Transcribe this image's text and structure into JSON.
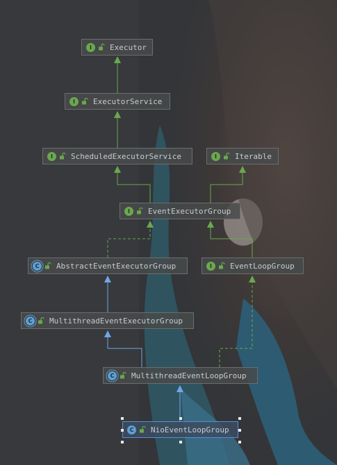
{
  "nodes": [
    {
      "id": "executor",
      "label": "Executor",
      "kind": "interface",
      "badge": "I"
    },
    {
      "id": "executor_service",
      "label": "ExecutorService",
      "kind": "interface",
      "badge": "I"
    },
    {
      "id": "scheduled_executor_service",
      "label": "ScheduledExecutorService",
      "kind": "interface",
      "badge": "I"
    },
    {
      "id": "iterable",
      "label": "Iterable",
      "kind": "interface",
      "badge": "I"
    },
    {
      "id": "event_executor_group",
      "label": "EventExecutorGroup",
      "kind": "interface",
      "badge": "I"
    },
    {
      "id": "abstract_event_executor_group",
      "label": "AbstractEventExecutorGroup",
      "kind": "abstract",
      "badge": "C"
    },
    {
      "id": "event_loop_group",
      "label": "EventLoopGroup",
      "kind": "interface",
      "badge": "I"
    },
    {
      "id": "multithread_event_executor_group",
      "label": "MultithreadEventExecutorGroup",
      "kind": "abstract",
      "badge": "C"
    },
    {
      "id": "multithread_event_loop_group",
      "label": "MultithreadEventLoopGroup",
      "kind": "abstract",
      "badge": "C"
    },
    {
      "id": "nio_event_loop_group",
      "label": "NioEventLoopGroup",
      "kind": "class",
      "badge": "C",
      "selected": true
    }
  ],
  "colors": {
    "interface_badge": "#6aa84f",
    "class_badge": "#5d9fd3",
    "extends_interface_edge": "#6aa84f",
    "extends_class_edge": "#6fa6e8",
    "implements_edge": "#6aa84f",
    "selection_border": "#5b8fd4"
  }
}
